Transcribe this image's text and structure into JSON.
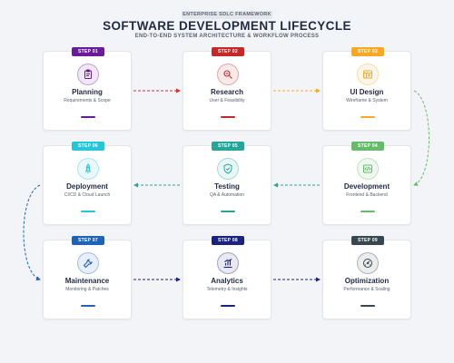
{
  "header": {
    "kicker": "ENTERPRISE SDLC FRAMEWORK",
    "title": "SOFTWARE DEVELOPMENT LIFECYCLE",
    "subtitle": "END-TO-END SYSTEM ARCHITECTURE & WORKFLOW PROCESS"
  },
  "steps": [
    {
      "badge": "STEP 01",
      "title": "Planning",
      "subtitle": "Requirements & Scope",
      "color": "#6a1b9a",
      "icon": "clipboard-icon"
    },
    {
      "badge": "STEP 02",
      "title": "Research",
      "subtitle": "User & Feasibility",
      "color": "#c62828",
      "icon": "search-icon"
    },
    {
      "badge": "STEP 03",
      "title": "UI Design",
      "subtitle": "Wireframe & System",
      "color": "#f9a825",
      "icon": "layout-icon"
    },
    {
      "badge": "STEP 06",
      "title": "Deployment",
      "subtitle": "CI/CD & Cloud Launch",
      "color": "#26c6da",
      "icon": "rocket-icon"
    },
    {
      "badge": "STEP 05",
      "title": "Testing",
      "subtitle": "QA & Automation",
      "color": "#26a69a",
      "icon": "shield-check-icon"
    },
    {
      "badge": "STEP 04",
      "title": "Development",
      "subtitle": "Frontend & Backend",
      "color": "#66bb6a",
      "icon": "code-icon"
    },
    {
      "badge": "STEP 07",
      "title": "Maintenance",
      "subtitle": "Monitoring & Patches",
      "color": "#1e63b8",
      "icon": "wrench-icon"
    },
    {
      "badge": "STEP 08",
      "title": "Analytics",
      "subtitle": "Telemetry & Insights",
      "color": "#1a237e",
      "icon": "bar-chart-icon"
    },
    {
      "badge": "STEP 09",
      "title": "Optimization",
      "subtitle": "Performance & Scaling",
      "color": "#37474f",
      "icon": "gauge-icon"
    }
  ]
}
